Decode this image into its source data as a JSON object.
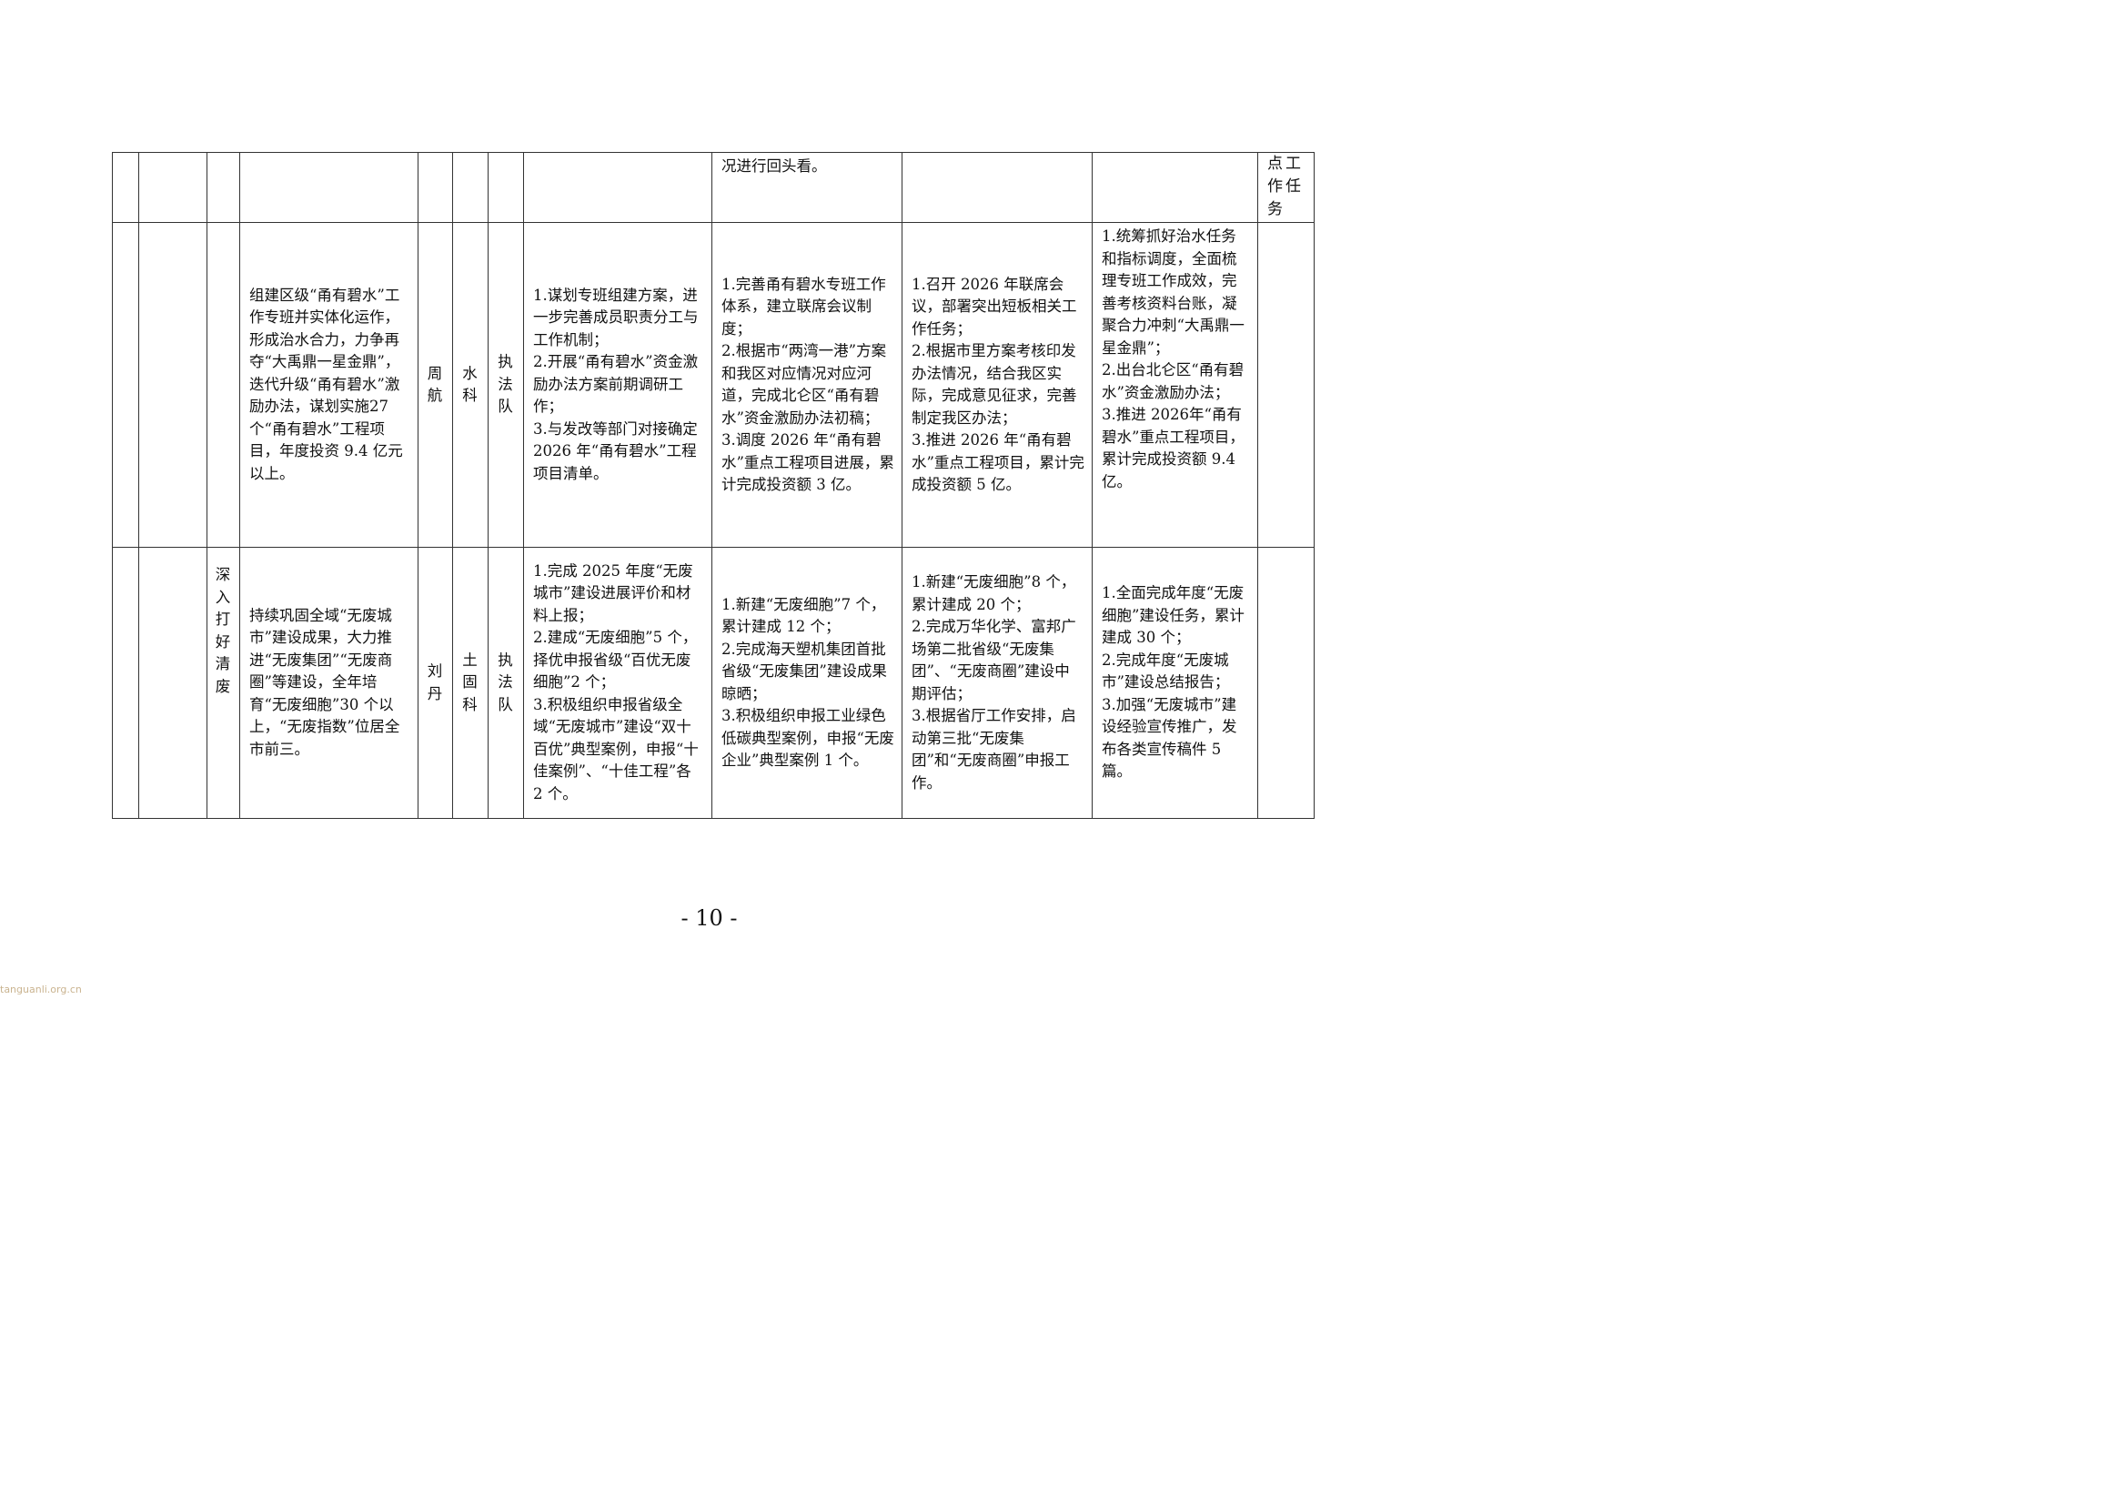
{
  "rows": [
    {
      "col1": "",
      "col2": "",
      "category": "",
      "task": "",
      "lead": "",
      "dept": "",
      "team": "",
      "q1": "",
      "q2": "况进行回头看。",
      "q3": "",
      "q4": "",
      "note": "点工\n作任\n务"
    },
    {
      "col1": "",
      "col2": "",
      "category": "",
      "task": "组建区级“甬有碧水”工作专班并实体化运作，形成治水合力，力争再夺“大禹鼎一星金鼎”，迭代升级“甬有碧水”激励办法，谋划实施27个“甬有碧水”工程项目，年度投资 9.4 亿元以上。",
      "lead": "周\n航",
      "dept": "水\n科",
      "team": "执\n法\n队",
      "q1": "1.谋划专班组建方案，进一步完善成员职责分工与工作机制；\n2.开展“甬有碧水”资金激励办法方案前期调研工作；\n3.与发改等部门对接确定 2026 年“甬有碧水”工程项目清单。",
      "q2": "1.完善甬有碧水专班工作体系，建立联席会议制度；\n2.根据市“两湾一港”方案和我区对应情况对应河道，完成北仑区“甬有碧水”资金激励办法初稿；\n3.调度 2026 年“甬有碧水”重点工程项目进展，累计完成投资额 3 亿。",
      "q3": "1.召开 2026 年联席会议，部署突出短板相关工作任务；\n2.根据市里方案考核印发办法情况，结合我区实际，完成意见征求，完善制定我区办法；\n3.推进 2026 年“甬有碧水”重点工程项目，累计完成投资额 5 亿。",
      "q4": "1.统筹抓好治水任务和指标调度，全面梳理专班工作成效，完善考核资料台账，凝聚合力冲刺“大禹鼎一星金鼎”；\n2.出台北仑区“甬有碧水”资金激励办法；\n3.推进 2026年“甬有碧水”重点工程项目，累计完成投资额 9.4 亿。",
      "note": ""
    },
    {
      "col1": "",
      "col2": "",
      "category": "深\n入\n打\n好\n清\n废",
      "task": "持续巩固全域“无废城市”建设成果，大力推进“无废集团”“无废商圈”等建设，全年培育“无废细胞”30 个以上，“无废指数”位居全市前三。",
      "lead": "刘\n丹",
      "dept": "土\n固\n科",
      "team": "执\n法\n队",
      "q1": "1.完成 2025 年度“无废城市”建设进展评价和材料上报；\n2.建成“无废细胞”5 个，择优申报省级“百优无废细胞”2 个；\n3.积极组织申报省级全域“无废城市”建设“双十百优”典型案例，申报“十佳案例”、“十佳工程”各 2 个。",
      "q2": "1.新建“无废细胞”7 个，累计建成 12 个；\n2.完成海天塑机集团首批省级“无废集团”建设成果晾晒；\n3.积极组织申报工业绿色低碳典型案例，申报“无废企业”典型案例 1 个。",
      "q3": "1.新建“无废细胞”8 个，累计建成 20 个；\n2.完成万华化学、富邦广场第二批省级“无废集团”、“无废商圈”建设中期评估；\n3.根据省厅工作安排，启动第三批“无废集团”和“无废商圈”申报工作。",
      "q4": "1.全面完成年度“无废细胞”建设任务，累计建成 30 个；\n2.完成年度“无废城市”建设总结报告；\n3.加强“无废城市”建设经验宣传推广，发布各类宣传稿件 5 篇。",
      "note": ""
    }
  ],
  "footer": {
    "page_number": "- 10 -"
  },
  "watermark": "tanguanli.org.cn"
}
